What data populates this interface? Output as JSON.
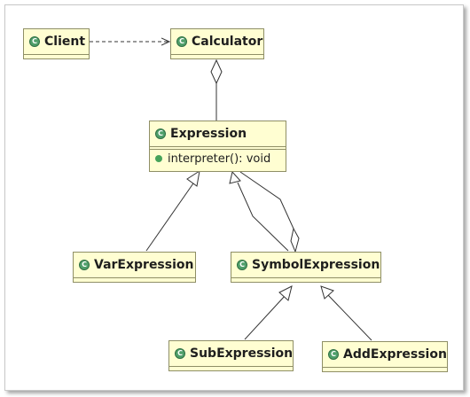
{
  "diagram": {
    "classes": [
      {
        "id": "client",
        "name": "Client",
        "icon": "class-icon",
        "operations": []
      },
      {
        "id": "calculator",
        "name": "Calculator",
        "icon": "class-icon",
        "operations": []
      },
      {
        "id": "expression",
        "name": "Expression",
        "icon": "class-icon",
        "operations": [
          "interpreter(): void"
        ]
      },
      {
        "id": "var",
        "name": "VarExpression",
        "icon": "class-icon",
        "operations": []
      },
      {
        "id": "symbol",
        "name": "SymbolExpression",
        "icon": "class-icon",
        "operations": []
      },
      {
        "id": "sub",
        "name": "SubExpression",
        "icon": "class-icon",
        "operations": []
      },
      {
        "id": "add",
        "name": "AddExpression",
        "icon": "class-icon",
        "operations": []
      }
    ],
    "relations": [
      {
        "type": "dependency",
        "from": "Client",
        "to": "Calculator"
      },
      {
        "type": "aggregation",
        "whole": "Calculator",
        "part": "Expression"
      },
      {
        "type": "generalization",
        "child": "VarExpression",
        "parent": "Expression"
      },
      {
        "type": "generalization",
        "child": "SymbolExpression",
        "parent": "Expression"
      },
      {
        "type": "aggregation",
        "whole": "SymbolExpression",
        "part": "Expression"
      },
      {
        "type": "generalization",
        "child": "SubExpression",
        "parent": "SymbolExpression"
      },
      {
        "type": "generalization",
        "child": "AddExpression",
        "parent": "SymbolExpression"
      }
    ],
    "colors": {
      "class_fill": "#fffed2",
      "class_border": "#8f8f66",
      "icon_green": "#4f9f6a",
      "line": "#333333"
    }
  }
}
